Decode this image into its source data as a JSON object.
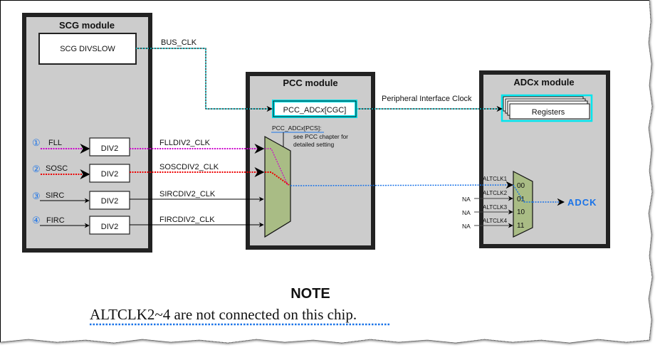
{
  "modules": {
    "scg": {
      "title": "SCG module",
      "divslow_label": "SCG DIVSLOW",
      "sources": [
        {
          "number": "①",
          "name": "FLL",
          "divider": "DIV2",
          "output": "FLLDIV2_CLK",
          "line_color": "#cc00cc",
          "line_style": "dotted"
        },
        {
          "number": "②",
          "name": "SOSC",
          "divider": "DIV2",
          "output": "SOSCDIV2_CLK",
          "line_color": "#ee0000",
          "line_style": "dotted"
        },
        {
          "number": "③",
          "name": "SIRC",
          "divider": "DIV2",
          "output": "SIRCDIV2_CLK",
          "line_color": "#000000",
          "line_style": "solid"
        },
        {
          "number": "④",
          "name": "FIRC",
          "divider": "DIV2",
          "output": "FIRCDIV2_CLK",
          "line_color": "#000000",
          "line_style": "solid"
        }
      ]
    },
    "pcc": {
      "title": "PCC module",
      "cgc_label_prefix": "PCC_ADC",
      "cgc_label_italic": "x",
      "cgc_label_suffix": "[CGC]",
      "pcs_label_prefix": "PCC_ADC",
      "pcs_label_italic": "x",
      "pcs_label_suffix": "[PCS]:",
      "pcs_note_line1": "see PCC chapter for",
      "pcs_note_line2": "detailed setting"
    },
    "adc": {
      "title": "ADCx module",
      "registers_label": "Registers",
      "mux_inputs": [
        {
          "alt": "ALTCLK1",
          "code": "00",
          "source": ""
        },
        {
          "alt": "ALTCLK2",
          "code": "01",
          "source": "NA"
        },
        {
          "alt": "ALTCLK3",
          "code": "10",
          "source": "NA"
        },
        {
          "alt": "ALTCLK4",
          "code": "11",
          "source": "NA"
        }
      ],
      "output_label": "ADCK"
    }
  },
  "signals": {
    "bus_clk": "BUS_CLK",
    "peripheral_clock": "Peripheral Interface Clock"
  },
  "note": {
    "title": "NOTE",
    "text": "ALTCLK2~4 are not connected on this chip."
  },
  "colors": {
    "module_fill": "#cccccc",
    "module_border": "#222222",
    "mux_fill": "#a9bc85",
    "cyan": "#00e5ee",
    "blue": "#1a73e8",
    "magenta": "#cc00cc",
    "red": "#ee0000"
  }
}
